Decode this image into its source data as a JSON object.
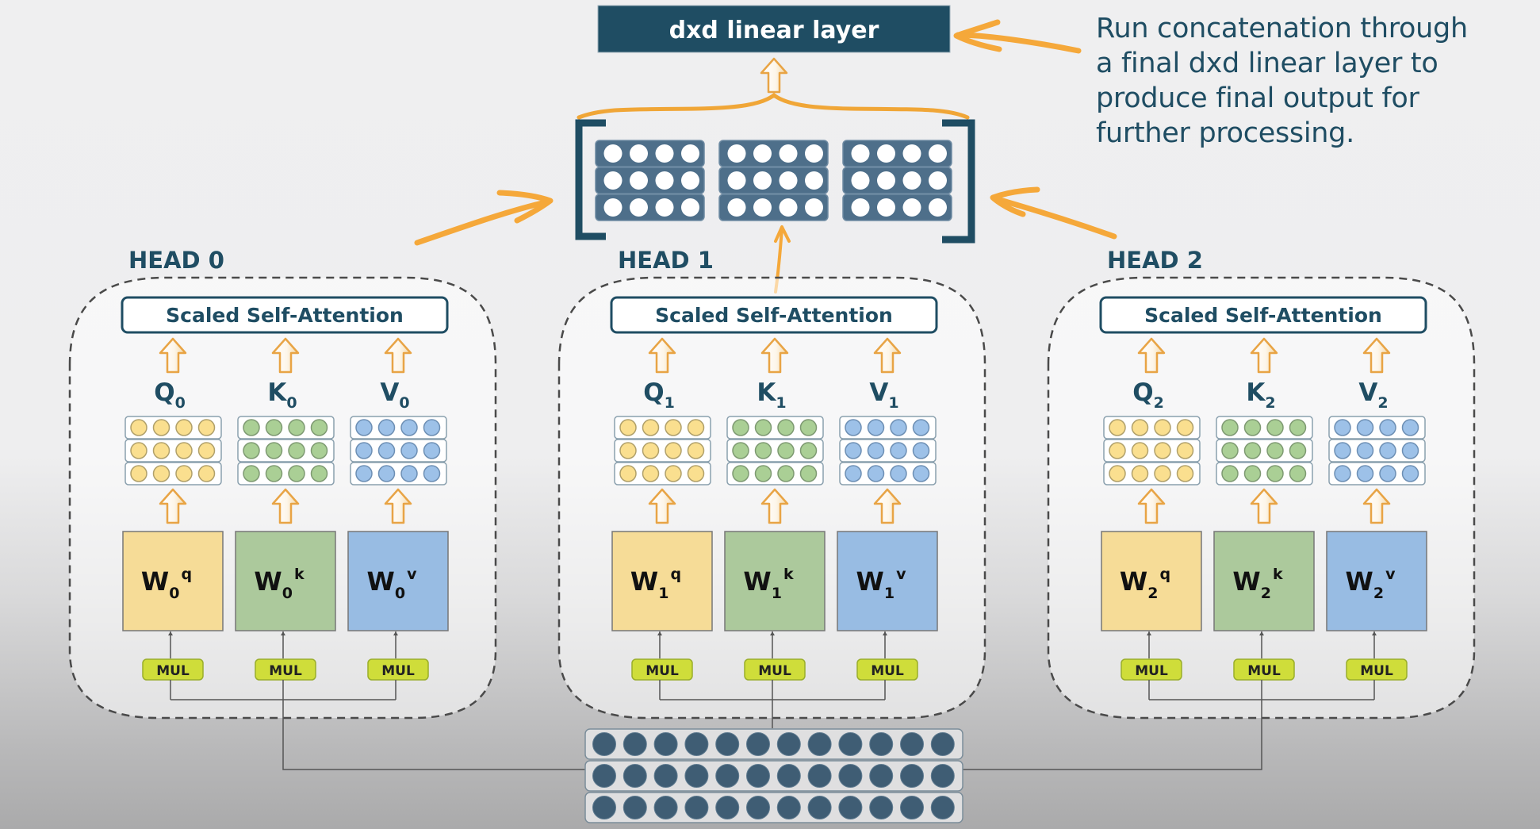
{
  "linear_layer": {
    "label": "dxd linear layer"
  },
  "annotation": {
    "lines": [
      "Run concatenation through",
      "a final dxd linear layer to",
      "produce final output for",
      "further processing."
    ]
  },
  "concat_block": {
    "groups": 3,
    "rows": 3,
    "cols": 4
  },
  "heads": [
    {
      "title": "HEAD 0",
      "attention_label": "Scaled Self-Attention",
      "q": {
        "base": "Q",
        "sub": "0"
      },
      "k": {
        "base": "K",
        "sub": "0"
      },
      "v": {
        "base": "V",
        "sub": "0"
      },
      "wq": {
        "base": "W",
        "sub": "0",
        "sup": "q"
      },
      "wk": {
        "base": "W",
        "sub": "0",
        "sup": "k"
      },
      "wv": {
        "base": "W",
        "sub": "0",
        "sup": "v"
      },
      "mul_labels": [
        "MUL",
        "MUL",
        "MUL"
      ]
    },
    {
      "title": "HEAD 1",
      "attention_label": "Scaled Self-Attention",
      "q": {
        "base": "Q",
        "sub": "1"
      },
      "k": {
        "base": "K",
        "sub": "1"
      },
      "v": {
        "base": "V",
        "sub": "1"
      },
      "wq": {
        "base": "W",
        "sub": "1",
        "sup": "q"
      },
      "wk": {
        "base": "W",
        "sub": "1",
        "sup": "k"
      },
      "wv": {
        "base": "W",
        "sub": "1",
        "sup": "v"
      },
      "mul_labels": [
        "MUL",
        "MUL",
        "MUL"
      ]
    },
    {
      "title": "HEAD 2",
      "attention_label": "Scaled Self-Attention",
      "q": {
        "base": "Q",
        "sub": "2"
      },
      "k": {
        "base": "K",
        "sub": "2"
      },
      "v": {
        "base": "V",
        "sub": "2"
      },
      "wq": {
        "base": "W",
        "sub": "2",
        "sup": "q"
      },
      "wk": {
        "base": "W",
        "sub": "2",
        "sup": "k"
      },
      "wv": {
        "base": "W",
        "sub": "2",
        "sup": "v"
      },
      "mul_labels": [
        "MUL",
        "MUL",
        "MUL"
      ]
    }
  ],
  "input_embeddings": {
    "rows": 3,
    "cols": 12
  },
  "colors": {
    "dark_teal": "#1f4d63",
    "block_blue": "#4e6f8a",
    "accent_orange": "#f5a83a",
    "query_yellow": "#fadf8f",
    "key_green": "#aacf95",
    "value_blue": "#9dc1e8",
    "weight_yellow": "#f6dc97",
    "weight_green": "#acc99c",
    "weight_blue": "#98bce3",
    "mul_lime": "#cfdd3a",
    "input_dot": "#3f5d74"
  }
}
